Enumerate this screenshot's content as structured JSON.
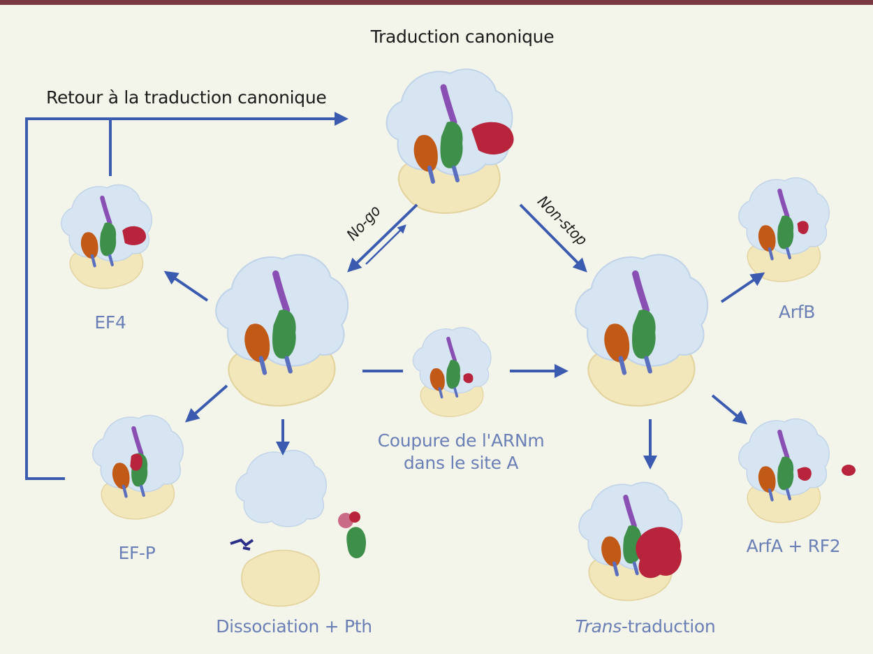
{
  "labels": {
    "canonical": "Traduction canonique",
    "return_canonical": "Retour à la traduction canonique",
    "no_go": "No-go",
    "non_stop": "Non-stop",
    "ef4": "EF4",
    "efp": "EF-P",
    "arfb": "ArfB",
    "arfa_rf2": "ArfA + RF2",
    "cleavage_line1": "Coupure de l'ARNm",
    "cleavage_line2": "dans le site A",
    "dissociation": "Dissociation + Pth",
    "trans_italic": "Trans",
    "trans_rest": "-traduction"
  },
  "colors": {
    "arrow": "#3a5bb0",
    "border": "#7a3a44",
    "background": "#f4f5ea",
    "small_subunit": "#d7e5f3",
    "large_subunit": "#f2e6bb",
    "mrna": "#8a4fb3",
    "trna_green": "#3e8f4a",
    "factor_orange": "#c25a17",
    "factor_red": "#b8243b"
  }
}
